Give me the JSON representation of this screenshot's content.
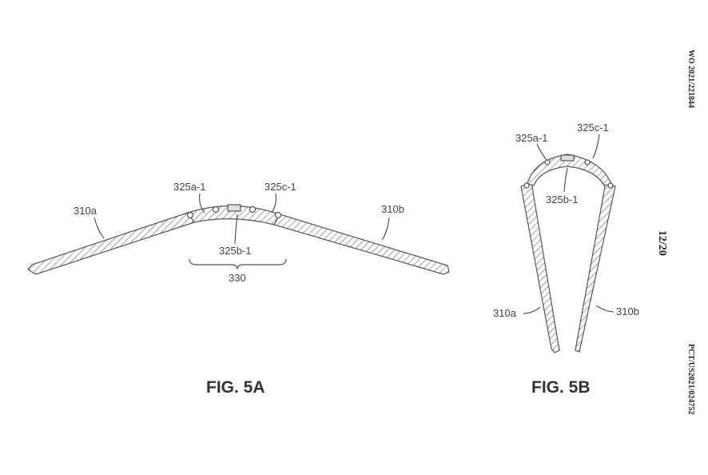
{
  "header": {
    "publication_number": "WO 2021/221844",
    "sheet": "12/20",
    "application_number": "PCT/US2021/024752"
  },
  "fig_5a": {
    "caption": "FIG. 5A",
    "labels": {
      "left_panel": "310a",
      "right_panel": "310b",
      "hinge_a": "325a-1",
      "hinge_b": "325b-1",
      "hinge_c": "325c-1",
      "hinge_assembly": "330"
    }
  },
  "fig_5b": {
    "caption": "FIG. 5B",
    "labels": {
      "left_panel": "310a",
      "right_panel": "310b",
      "hinge_a": "325a-1",
      "hinge_b": "325b-1",
      "hinge_c": "325c-1"
    }
  }
}
